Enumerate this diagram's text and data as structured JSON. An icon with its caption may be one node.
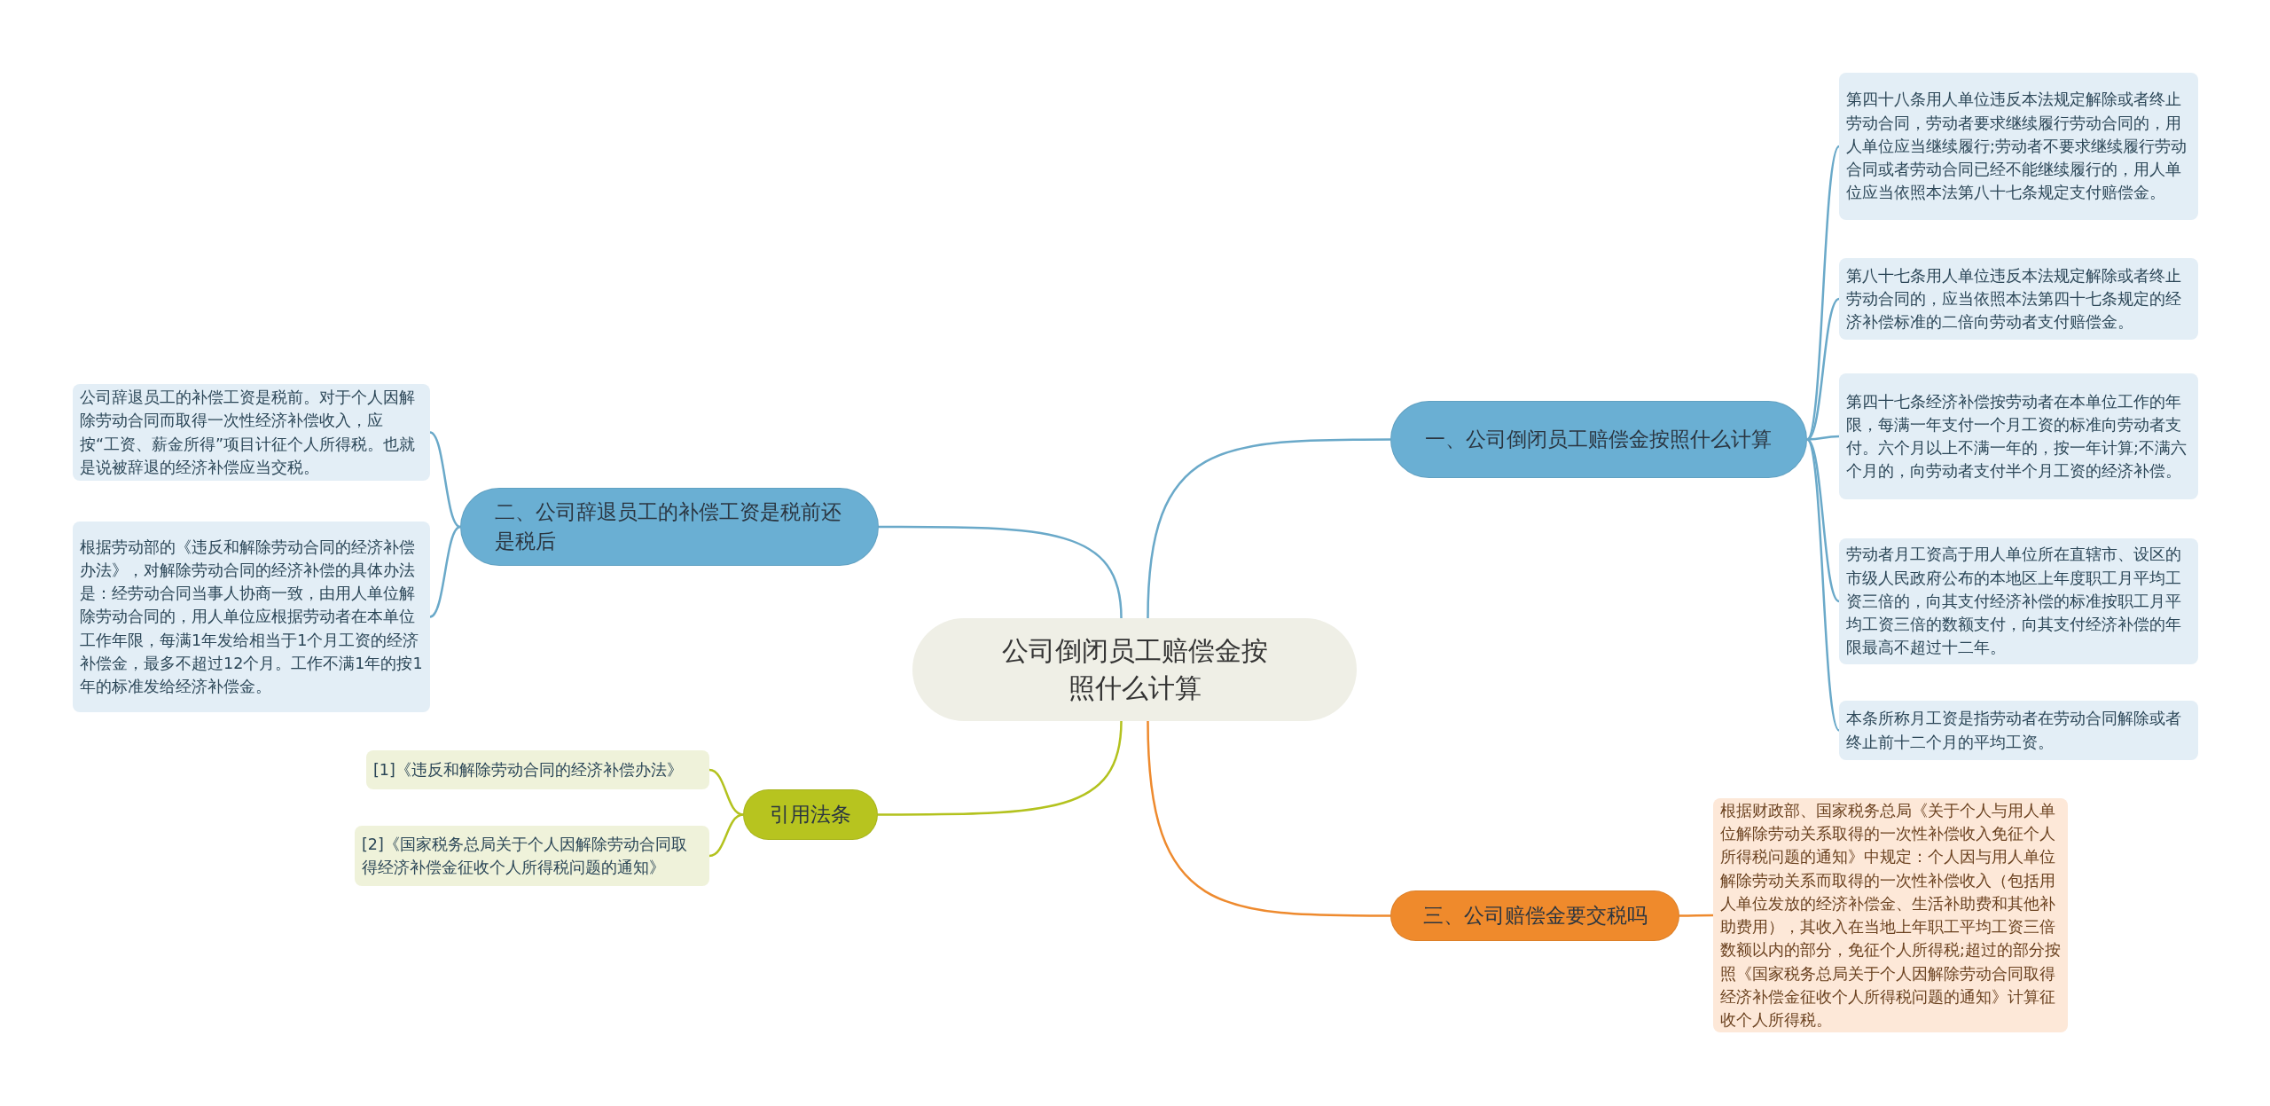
{
  "diagram": {
    "nodes": [
      {
        "text": [
          "公司倒闭员工赔偿金按照什么计算"
        ]
      },
      {
        "text": [
          "一、公司倒闭员工赔偿金按照什么计算"
        ]
      },
      {
        "text": [
          "第四十八条用人单位违反本法规定解除或者终止劳动合同，劳动者要求继续履行劳动合同的，用人单位应当继续履行;劳动者不要求继续履行劳动合同或者劳动合同已经不能继续履行的，用人单位应当依照本法第八十七条规定支付赔偿金。"
        ]
      },
      {
        "text": [
          "第八十七条用人单位违反本法规定解除或者终止劳动合同的，应当依照本法第四十七条规定的经济补偿标准的二倍向劳动者支付赔偿金。"
        ]
      },
      {
        "text": [
          "第四十七条经济补偿按劳动者在本单位工作的年限，每满一年支付一个月工资的标准向劳动者支付。六个月以上不满一年的，按一年计算;不满六个月的，向劳动者支付半个月工资的经济补偿。"
        ]
      },
      {
        "text": [
          "劳动者月工资高于用人单位所在直辖市、设区的市级人民政府公布的本地区上年度职工月平均工资三倍的，向其支付经济补偿的标准按职工月平均工资三倍的数额支付，向其支付经济补偿的年限最高不超过十二年。"
        ]
      },
      {
        "text": [
          "本条所称月工资是指劳动者在劳动合同解除或者终止前十二个月的平均工资。"
        ]
      },
      {
        "text": [
          "二、公司辞退员工的补偿工资是税前还是税后"
        ]
      },
      {
        "text": [
          "公司辞退员工的补偿工资是税前。对于个人因解除劳动合同而取得一次性经济补偿收入，应按“工资、薪金所得”项目计征个人所得税。也就是说被辞退的经济补偿应当交税。"
        ]
      },
      {
        "text": [
          "根据劳动部的《违反和解除劳动合同的经济补偿办法》，对解除劳动合同的经济补偿的具体办法是：经劳动合同当事人协商一致，由用人单位解除劳动合同的，用人单位应根据劳动者在本单位工作年限，每满1年发给相当于1个月工资的经济补偿金，最多不超过12个月。工作不满1年的按1年的标准发给经济补偿金。"
        ]
      },
      {
        "text": [
          "引用法条"
        ]
      },
      {
        "text": [
          "[1]《违反和解除劳动合同的经济补偿办法》"
        ]
      },
      {
        "text": [
          "[2]《国家税务总局关于个人因解除劳动合同取得经济补偿金征收个人所得税问题的通知》"
        ]
      },
      {
        "text": [
          "三、公司赔偿金要交税吗"
        ]
      },
      {
        "text": [
          "根据财政部、国家税务总局《关于个人与用人单位解除劳动关系取得的一次性补偿收入免征个人所得税问题的通知》中规定：个人因与用人单位解除劳动关系而取得的一次性补偿收入（包括用人单位发放的经济补偿金、生活补助费和其他补助费用），其收入在当地上年职工平均工资三倍数额以内的部分，免征个人所得税;超过的部分按照《国家税务总局关于个人因解除劳动合同取得经济补偿金征收个人所得税问题的通知》计算征收个人所得税。"
        ]
      }
    ],
    "edges": [
      {
        "from": 0,
        "to": 1,
        "arrow": "none"
      },
      {
        "from": 1,
        "to": 2,
        "arrow": "none"
      },
      {
        "from": 1,
        "to": 3,
        "arrow": "none"
      },
      {
        "from": 1,
        "to": 4,
        "arrow": "none"
      },
      {
        "from": 1,
        "to": 5,
        "arrow": "none"
      },
      {
        "from": 1,
        "to": 6,
        "arrow": "none"
      },
      {
        "from": 0,
        "to": 7,
        "arrow": "none"
      },
      {
        "from": 7,
        "to": 8,
        "arrow": "none"
      },
      {
        "from": 7,
        "to": 9,
        "arrow": "none"
      },
      {
        "from": 0,
        "to": 10,
        "arrow": "none",
        "color": "#b3c21e"
      },
      {
        "from": 10,
        "to": 11,
        "arrow": "none",
        "color": "#b3c21e"
      },
      {
        "from": 10,
        "to": 12,
        "arrow": "none",
        "color": "#b3c21e"
      },
      {
        "from": 0,
        "to": 13,
        "arrow": "none",
        "color": "#ee8a2e"
      },
      {
        "from": 13,
        "to": 14,
        "arrow": "none",
        "color": "#ee8a2e"
      }
    ]
  }
}
